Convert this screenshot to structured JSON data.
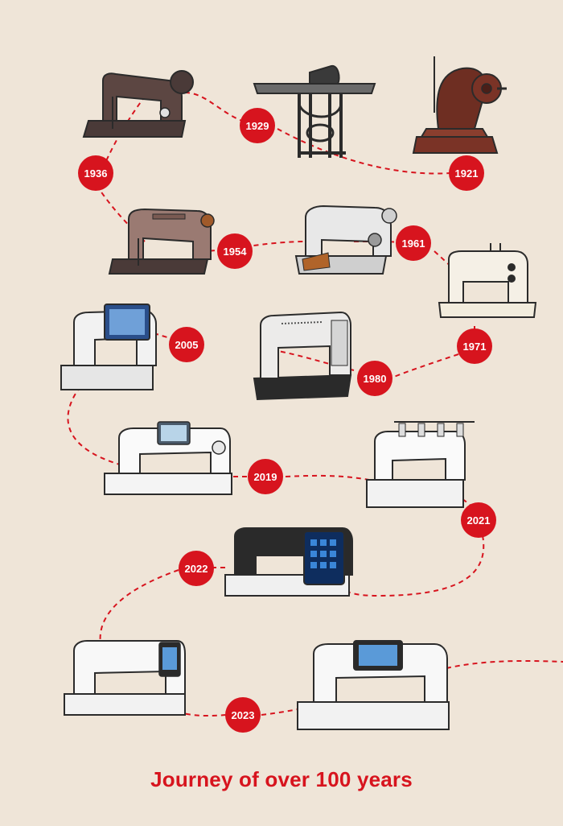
{
  "title": "Journey of over 100 years",
  "colors": {
    "background": "#efe5d8",
    "accent": "#d7141e",
    "badge_text": "#ffffff",
    "outline": "#2b2b2b"
  },
  "timeline": [
    {
      "year": "1921",
      "machine": "antique-hand-crank-machine"
    },
    {
      "year": "1929",
      "machine": "treadle-table-machine"
    },
    {
      "year": "1936",
      "machine": "black-cast-iron-machine"
    },
    {
      "year": "1954",
      "machine": "brown-zigzag-machine"
    },
    {
      "year": "1961",
      "machine": "white-dial-machine"
    },
    {
      "year": "1971",
      "machine": "cream-utility-machine"
    },
    {
      "year": "1980",
      "machine": "electronic-utility-machine"
    },
    {
      "year": "2005",
      "machine": "touchscreen-embroidery-machine"
    },
    {
      "year": "2019",
      "machine": "long-arm-quilting-machine"
    },
    {
      "year": "2021",
      "machine": "overlocker-serger"
    },
    {
      "year": "2022",
      "machine": "dark-computerized-machine"
    },
    {
      "year": "2023",
      "machine": "large-touchscreen-machines"
    }
  ]
}
